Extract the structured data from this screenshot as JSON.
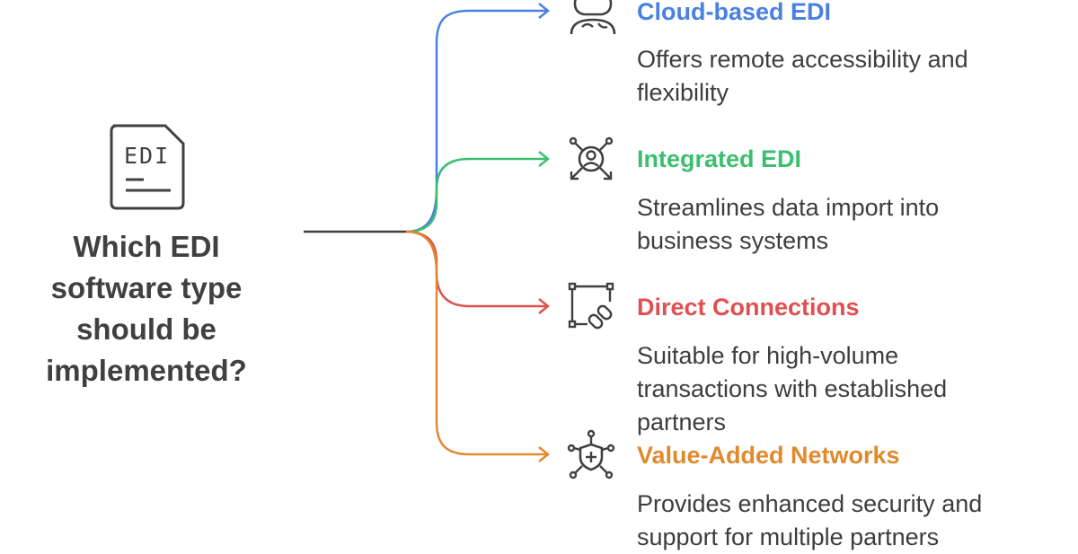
{
  "question": {
    "line1": "Which EDI",
    "line2": "software type",
    "line3": "should be",
    "line4": "implemented?"
  },
  "doc_icon": {
    "name": "document-icon",
    "label": "EDI"
  },
  "options": [
    {
      "title": "Cloud-based EDI",
      "description": "Offers remote accessibility and flexibility",
      "icon": "cloud-brain-icon",
      "color": "#4a80e0"
    },
    {
      "title": "Integrated EDI",
      "description": "Streamlines data import into business systems",
      "icon": "user-network-icon",
      "color": "#3bbf6f"
    },
    {
      "title": "Direct Connections",
      "description": "Suitable for high-volume transactions with established partners",
      "icon": "link-frame-icon",
      "color": "#e05050"
    },
    {
      "title": "Value-Added Networks",
      "description": "Provides enhanced security and support for multiple partners",
      "icon": "shield-network-icon",
      "color": "#e08a2e"
    }
  ],
  "colors": {
    "text_dark": "#404040",
    "trunk": "#404040"
  }
}
